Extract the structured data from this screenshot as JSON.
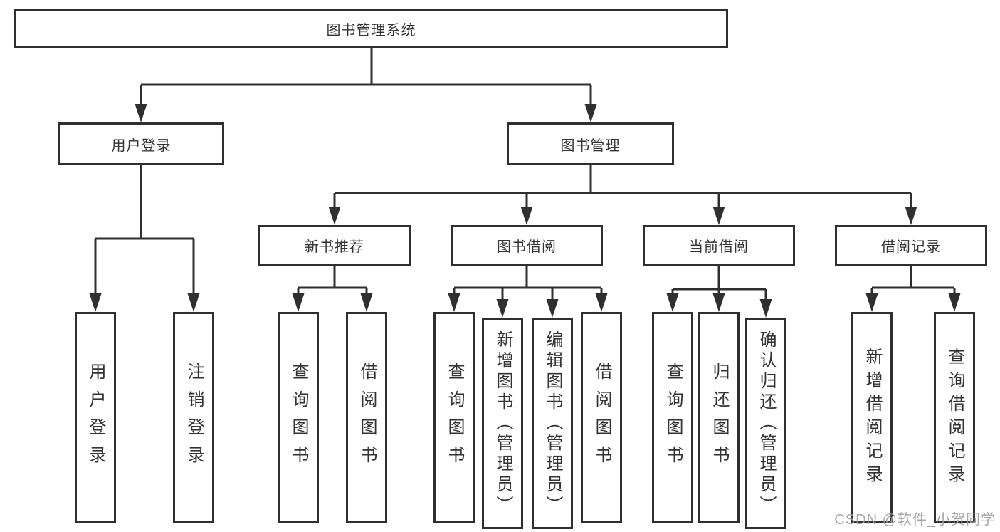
{
  "tree": {
    "root": {
      "label": "图书管理系统",
      "children": [
        {
          "label": "用户登录",
          "children": [
            {
              "label": "用户登录"
            },
            {
              "label": "注销登录"
            }
          ]
        },
        {
          "label": "图书管理",
          "children": [
            {
              "label": "新书推荐",
              "children": [
                {
                  "label": "查询图书"
                },
                {
                  "label": "借阅图书"
                }
              ]
            },
            {
              "label": "图书借阅",
              "children": [
                {
                  "label": "查询图书"
                },
                {
                  "label": "新增图书（管理员）"
                },
                {
                  "label": "编辑图书（管理员）"
                },
                {
                  "label": "借阅图书"
                }
              ]
            },
            {
              "label": "当前借阅",
              "children": [
                {
                  "label": "查询图书"
                },
                {
                  "label": "归还图书"
                },
                {
                  "label": "确认归还（管理员）"
                }
              ]
            },
            {
              "label": "借阅记录",
              "children": [
                {
                  "label": "新增借阅记录"
                },
                {
                  "label": "查询借阅记录"
                }
              ]
            }
          ]
        }
      ]
    }
  },
  "watermark": {
    "text": "CSDN @软件_小贺同学"
  },
  "colors": {
    "border": "#2f2f2f",
    "text": "#333333",
    "background": "#ffffff",
    "watermark": "#9e9e9e"
  }
}
